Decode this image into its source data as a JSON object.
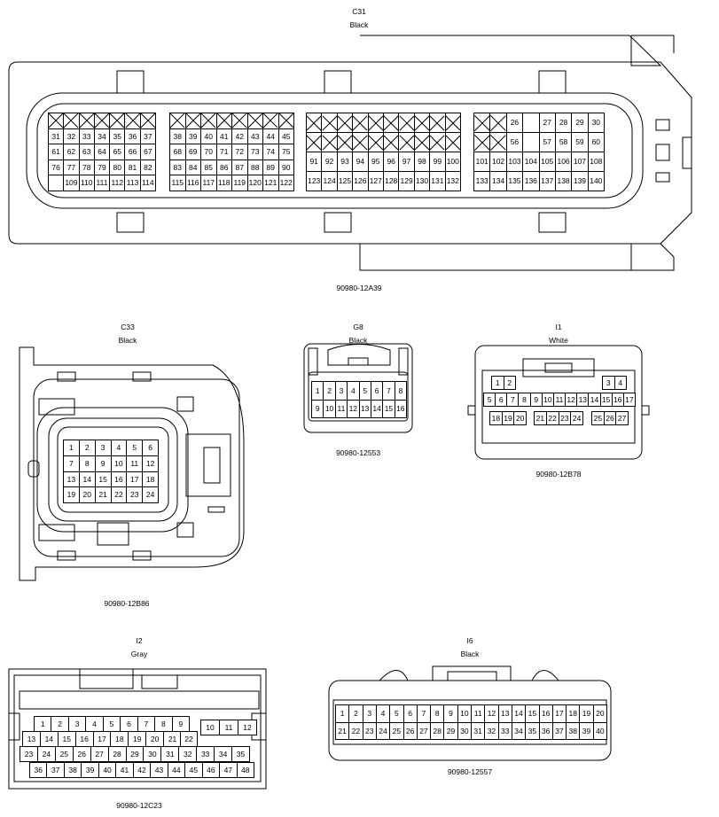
{
  "connectors": {
    "c31": {
      "code": "C31",
      "color": "Black",
      "part": "90980-12A39"
    },
    "c33": {
      "code": "C33",
      "color": "Black",
      "part": "90980-12B86"
    },
    "g8": {
      "code": "G8",
      "color": "Black",
      "part": "90980-12553"
    },
    "i1": {
      "code": "I1",
      "color": "White",
      "part": "90980-12B78"
    },
    "i2": {
      "code": "I2",
      "color": "Gray",
      "part": "90980-12C23"
    },
    "i6": {
      "code": "I6",
      "color": "Black",
      "part": "90980-12557"
    }
  },
  "grids": {
    "c31_a": {
      "cols": 7,
      "rows": [
        [
          "x",
          "x",
          "x",
          "x",
          "x",
          "x",
          "x"
        ],
        [
          "31",
          "32",
          "33",
          "34",
          "35",
          "36",
          "37"
        ],
        [
          "61",
          "62",
          "63",
          "64",
          "65",
          "66",
          "67"
        ],
        [
          "76",
          "77",
          "78",
          "79",
          "80",
          "81",
          "82"
        ],
        [
          "",
          "109",
          "110",
          "111",
          "112",
          "113",
          "114"
        ]
      ]
    },
    "c31_b": {
      "cols": 8,
      "rows": [
        [
          "x",
          "x",
          "x",
          "x",
          "x",
          "x",
          "x",
          "x"
        ],
        [
          "38",
          "39",
          "40",
          "41",
          "42",
          "43",
          "44",
          "45"
        ],
        [
          "68",
          "69",
          "70",
          "71",
          "72",
          "73",
          "74",
          "75"
        ],
        [
          "83",
          "84",
          "85",
          "86",
          "87",
          "88",
          "89",
          "90"
        ],
        [
          "115",
          "116",
          "117",
          "118",
          "119",
          "120",
          "121",
          "122"
        ]
      ]
    },
    "c31_c": {
      "cols": 10,
      "rows": [
        [
          "x",
          "x",
          "x",
          "x",
          "x",
          "x",
          "x",
          "x",
          "x",
          "x"
        ],
        [
          "x",
          "x",
          "x",
          "x",
          "x",
          "x",
          "x",
          "x",
          "x",
          "x"
        ],
        [
          "91",
          "92",
          "93",
          "94",
          "95",
          "96",
          "97",
          "98",
          "99",
          "100"
        ],
        [
          "123",
          "124",
          "125",
          "126",
          "127",
          "128",
          "129",
          "130",
          "131",
          "132"
        ]
      ]
    },
    "c31_d": {
      "cols": 8,
      "rows": [
        [
          "x",
          "x",
          "26",
          "",
          "27",
          "28",
          "29",
          "30"
        ],
        [
          "x",
          "x",
          "56",
          "",
          "57",
          "58",
          "59",
          "60"
        ],
        [
          "101",
          "102",
          "103",
          "104",
          "105",
          "106",
          "107",
          "108"
        ],
        [
          "133",
          "134",
          "135",
          "136",
          "137",
          "138",
          "139",
          "140"
        ]
      ]
    },
    "c33": {
      "cols": 6,
      "rows": [
        [
          "1",
          "2",
          "3",
          "4",
          "5",
          "6"
        ],
        [
          "7",
          "8",
          "9",
          "10",
          "11",
          "12"
        ],
        [
          "13",
          "14",
          "15",
          "16",
          "17",
          "18"
        ],
        [
          "19",
          "20",
          "21",
          "22",
          "23",
          "24"
        ]
      ]
    },
    "g8": {
      "cols": 8,
      "rows": [
        [
          "1",
          "2",
          "3",
          "4",
          "5",
          "6",
          "7",
          "8"
        ],
        [
          "9",
          "10",
          "11",
          "12",
          "13",
          "14",
          "15",
          "16"
        ]
      ]
    },
    "i1_top_l": {
      "cols": 2,
      "rows": [
        [
          "1",
          "2"
        ]
      ]
    },
    "i1_top_r": {
      "cols": 2,
      "rows": [
        [
          "3",
          "4"
        ]
      ]
    },
    "i1_mid": {
      "cols": 13,
      "rows": [
        [
          "5",
          "6",
          "7",
          "8",
          "9",
          "10",
          "11",
          "12",
          "13",
          "14",
          "15",
          "16",
          "17"
        ]
      ]
    },
    "i1_bot_a": {
      "cols": 3,
      "rows": [
        [
          "18",
          "19",
          "20"
        ]
      ]
    },
    "i1_bot_b": {
      "cols": 4,
      "rows": [
        [
          "21",
          "22",
          "23",
          "24"
        ]
      ]
    },
    "i1_bot_c": {
      "cols": 3,
      "rows": [
        [
          "25",
          "26",
          "27"
        ]
      ]
    },
    "i2_r1": {
      "cols": 9,
      "rows": [
        [
          "1",
          "2",
          "3",
          "4",
          "5",
          "6",
          "7",
          "8",
          "9"
        ]
      ]
    },
    "i2_r2": {
      "cols": 9,
      "rows": [
        [
          "13",
          "14",
          "15",
          "16",
          "17",
          "18",
          "19",
          "20",
          "21"
        ]
      ]
    },
    "i2_22": {
      "cols": 1,
      "rows": [
        [
          "22"
        ]
      ]
    },
    "i2_side": {
      "cols": 3,
      "rows": [
        [
          "10",
          "11",
          "12"
        ]
      ]
    },
    "i2_r3": {
      "cols": 13,
      "rows": [
        [
          "23",
          "24",
          "25",
          "26",
          "27",
          "28",
          "29",
          "30",
          "31",
          "32",
          "33",
          "34",
          "35"
        ]
      ]
    },
    "i2_r4": {
      "cols": 13,
      "rows": [
        [
          "36",
          "37",
          "38",
          "39",
          "40",
          "41",
          "42",
          "43",
          "44",
          "45",
          "46",
          "47",
          "48"
        ]
      ]
    },
    "i6": {
      "cols": 20,
      "rows": [
        [
          "1",
          "2",
          "3",
          "4",
          "5",
          "6",
          "7",
          "8",
          "9",
          "10",
          "11",
          "12",
          "13",
          "14",
          "15",
          "16",
          "17",
          "18",
          "19",
          "20"
        ],
        [
          "21",
          "22",
          "23",
          "24",
          "25",
          "26",
          "27",
          "28",
          "29",
          "30",
          "31",
          "32",
          "33",
          "34",
          "35",
          "36",
          "37",
          "38",
          "39",
          "40"
        ]
      ]
    }
  }
}
